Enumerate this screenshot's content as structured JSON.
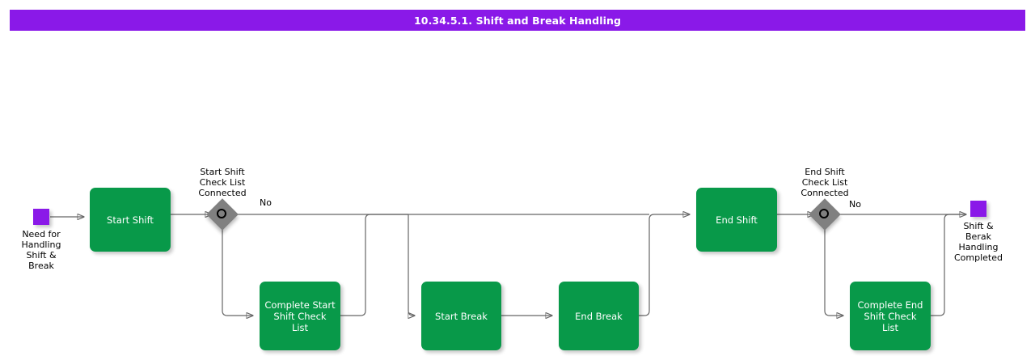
{
  "header": {
    "title": "10.34.5.1. Shift and Break Handling",
    "bar_color": "#8A19E8",
    "text_color": "#FFFFFF"
  },
  "theme": {
    "task_fill": "#089949",
    "task_text": "#FFFFFF",
    "marker_fill": "#8A19E8",
    "gateway_fill": "#808080",
    "gateway_ring": "#000000",
    "connector": "#666666",
    "canvas": "#FFFFFF"
  },
  "diagram": {
    "type": "flowchart",
    "start_event": {
      "name": "start-event",
      "label": "Need for\nHandling\nShift &\nBreak"
    },
    "end_event": {
      "name": "end-event",
      "label": "Shift &\nBerak\nHandling\nCompleted"
    },
    "tasks": [
      {
        "id": "start-shift",
        "label": "Start Shift"
      },
      {
        "id": "complete-start-checklist",
        "label": "Complete Start\nShift Check List"
      },
      {
        "id": "start-break",
        "label": "Start Break"
      },
      {
        "id": "end-break",
        "label": "End Break"
      },
      {
        "id": "end-shift",
        "label": "End Shift"
      },
      {
        "id": "complete-end-checklist",
        "label": "Complete End\nShift Check List"
      }
    ],
    "gateways": [
      {
        "id": "start-checklist-gateway",
        "label": "Start Shift\nCheck List\nConnected",
        "branch_label": "No"
      },
      {
        "id": "end-checklist-gateway",
        "label": "End Shift\nCheck List\nConnected",
        "branch_label": "No"
      }
    ]
  }
}
